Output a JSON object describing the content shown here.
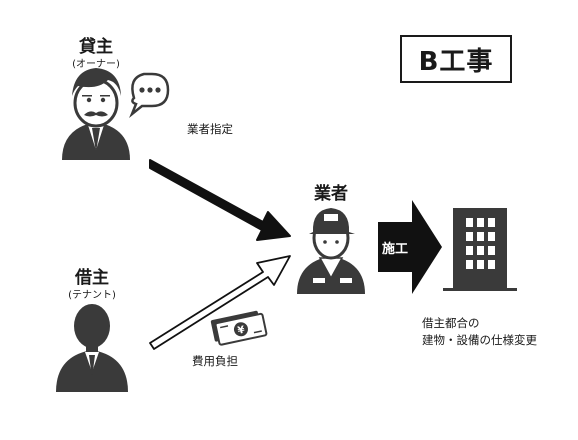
{
  "title": "B工事",
  "landlord": {
    "label": "貸主",
    "sublabel": "(オーナー)"
  },
  "tenant": {
    "label": "借主",
    "sublabel": "(テナント)"
  },
  "contractor": {
    "label": "業者"
  },
  "edges": {
    "designation": "業者指定",
    "cost_burden": "費用負担",
    "construction": "施工"
  },
  "outcome": {
    "line1": "借主都合の",
    "line2": "建物・設備の仕様変更"
  },
  "icons": {
    "landlord": "landlord-person-icon",
    "speech": "speech-bubble-icon",
    "tenant": "tenant-person-icon",
    "contractor": "worker-person-icon",
    "money": "money-yen-icon",
    "building": "building-icon"
  },
  "colors": {
    "primary": "#1a1a1a",
    "figure": "#3a3a3a",
    "accent": "#ffffff"
  }
}
